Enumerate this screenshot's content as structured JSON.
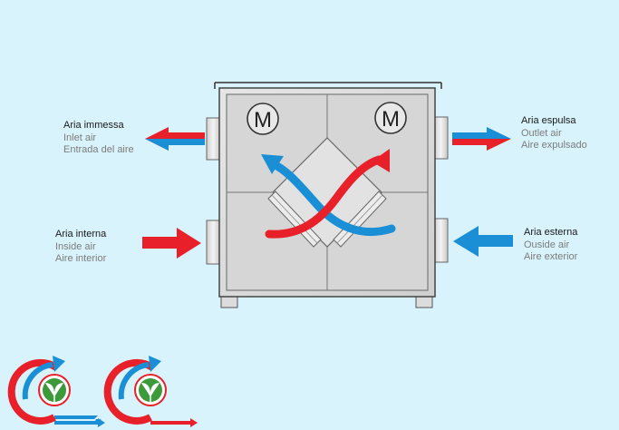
{
  "colors": {
    "background": "#d8f3fb",
    "hot_air": "#e8202a",
    "cold_air": "#1a8fd6",
    "unit_body": "#d9d9d9",
    "unit_stroke": "#555555",
    "logo_green": "#3c9a3a"
  },
  "labels": {
    "top_left": {
      "it": "Aria immessa",
      "en": "Inlet air",
      "es": "Entrada del aire"
    },
    "bottom_left": {
      "it": "Aria interna",
      "en": "Inside air",
      "es": "Aire interior"
    },
    "top_right": {
      "it": "Aria espulsa",
      "en": "Outlet air",
      "es": "Aire expulsado"
    },
    "bottom_right": {
      "it": "Aria esterna",
      "en": "Ouside air",
      "es": "Aire exterior"
    }
  },
  "motors": {
    "left": "M",
    "right": "M"
  },
  "icons": [
    "motor-icon",
    "heat-exchanger-icon",
    "eco-logo-icon"
  ]
}
